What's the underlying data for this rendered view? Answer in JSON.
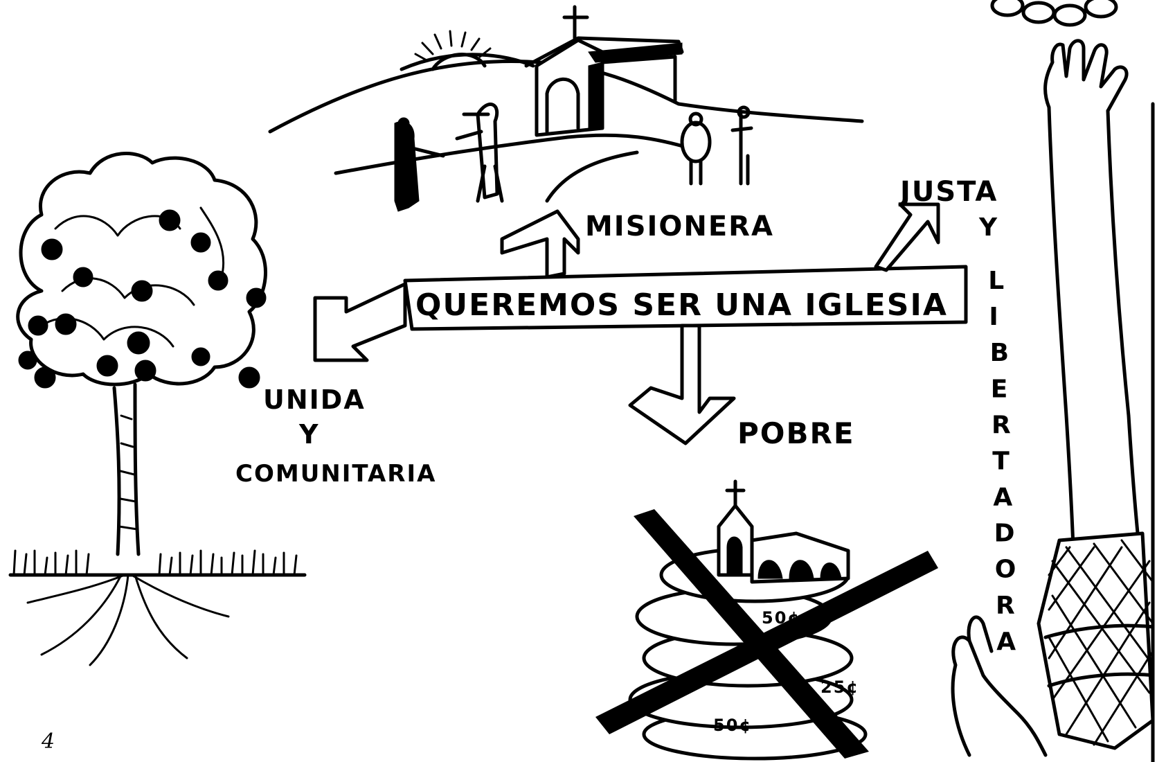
{
  "center_label": "QUEREMOS SER UNA IGLESIA",
  "branches": {
    "up": "MISIONERA",
    "left_line1": "UNIDA",
    "left_line2": "Y",
    "left_line3": "COMUNITARIA",
    "down": "POBRE",
    "right_line1": "JUSTA",
    "right_vertical": [
      "Y",
      "L",
      "I",
      "B",
      "E",
      "R",
      "T",
      "A",
      "D",
      "O",
      "R",
      "A"
    ]
  },
  "coin_labels": [
    "50¢",
    "25¢",
    "50¢"
  ],
  "page_number": "4"
}
